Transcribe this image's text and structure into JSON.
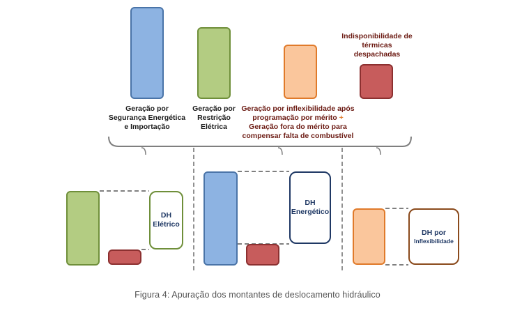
{
  "top_labels": {
    "seguranca": [
      "Geração por",
      "Segurança Energética",
      "e Importação"
    ],
    "restricao": [
      "Geração por",
      "Restrição",
      "Elétrica"
    ],
    "inflex_1": "Geração por inflexibilidade após",
    "inflex_2": "programação por mérito",
    "inflex_plus": "+",
    "inflex_3": "Geração fora do mérito para",
    "inflex_4": "compensar falta de combustível",
    "indisp": [
      "Indisponibilidade de",
      "térmicas",
      "despachadas"
    ]
  },
  "dh_boxes": {
    "eletrico": [
      "DH",
      "Elétrico"
    ],
    "energetico": [
      "DH",
      "Energético"
    ],
    "inflex": [
      "DH por",
      "Inflexibilidade"
    ]
  },
  "colors": {
    "blue": "#8db3e2",
    "green": "#b3cc82",
    "orange": "#fac69c",
    "red": "#c75c5c"
  },
  "caption": "Figura 4: Apuração dos montantes de deslocamento hidráulico"
}
